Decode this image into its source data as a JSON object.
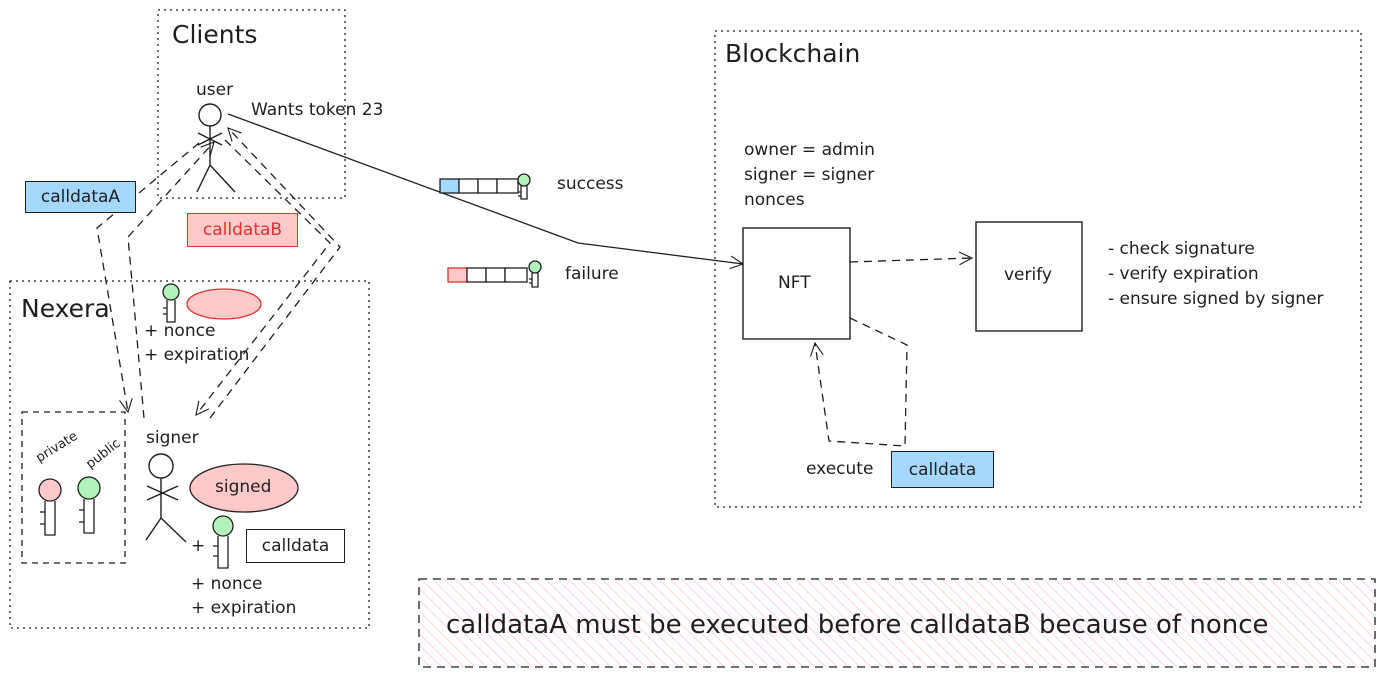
{
  "clients": {
    "title": "Clients",
    "user_label": "user",
    "wants_text": "Wants token 23",
    "calldata_a": "calldataA",
    "calldata_b": "calldataB"
  },
  "nexera": {
    "title": "Nexera",
    "nonce_text": "+ nonce",
    "expiration_text": "+ expiration",
    "private_label": "private",
    "public_label": "public",
    "signer_label": "signer",
    "signed_label": "signed",
    "plus_label": "+",
    "calldata_label": "calldata",
    "nonce_text_2": "+ nonce",
    "expiration_text_2": "+ expiration"
  },
  "transactions": {
    "success_label": "success",
    "failure_label": "failure"
  },
  "blockchain": {
    "title": "Blockchain",
    "state_lines": [
      "owner = admin",
      "signer = signer",
      "nonces"
    ],
    "nft_label": "NFT",
    "verify_label": "verify",
    "checks": [
      "- check signature",
      "- verify expiration",
      "- ensure signed by signer"
    ],
    "execute_label": "execute",
    "execute_calldata": "calldata"
  },
  "note": {
    "text": "calldataA must be executed before calldataB because of nonce"
  },
  "colors": {
    "blue_fill": "#a5d8ff",
    "red_fill": "#ffc9c9",
    "red_text": "#e03131",
    "green_fill": "#b2f2bb",
    "note_border": "#1e1e1e",
    "note_hatch": "#ffc9c9"
  },
  "icons": [
    "key-icon",
    "person-icon",
    "transaction-icon"
  ]
}
